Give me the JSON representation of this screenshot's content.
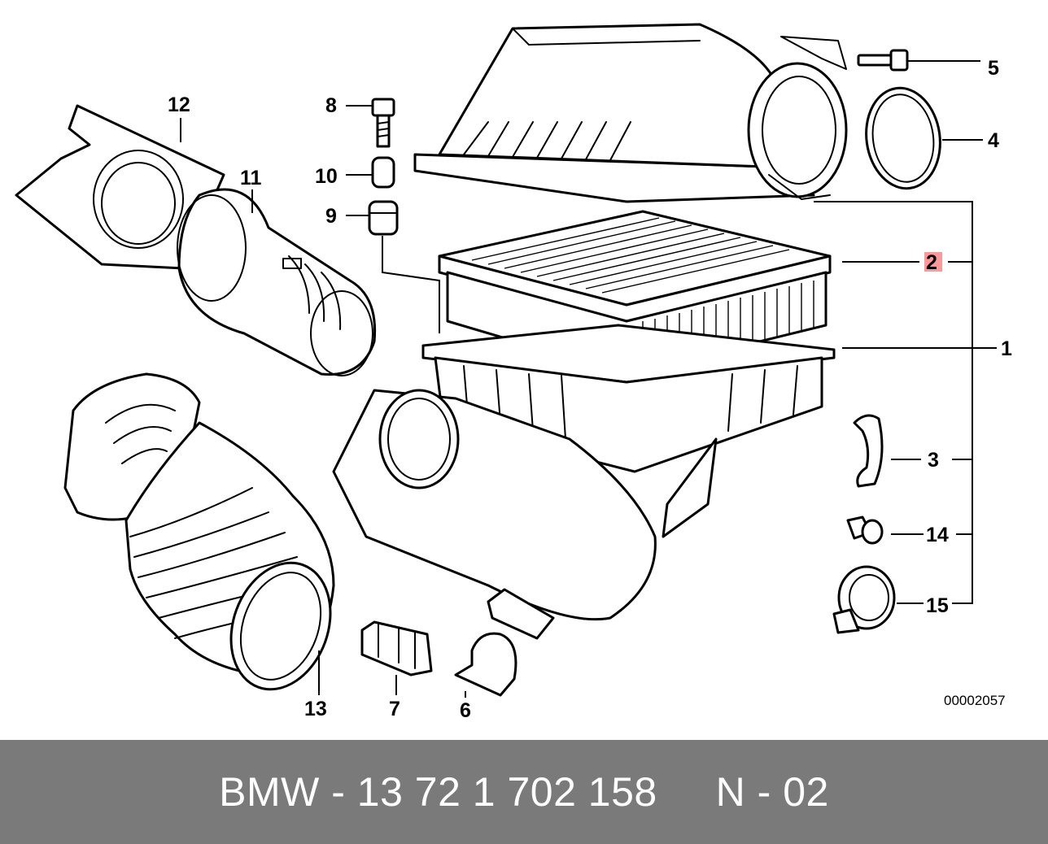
{
  "diagram": {
    "callouts": {
      "p1": "1",
      "p2": "2",
      "p3": "3",
      "p4": "4",
      "p5": "5",
      "p6": "6",
      "p7": "7",
      "p8": "8",
      "p9": "9",
      "p10": "10",
      "p11": "11",
      "p12": "12",
      "p13": "13",
      "p14": "14",
      "p15": "15"
    },
    "highlight_color": "#ff9999",
    "reference_number": "00002057"
  },
  "footer": {
    "text": "BMW - 13 72 1 702 158     N - 02",
    "background_color": "#7a7a7a"
  }
}
